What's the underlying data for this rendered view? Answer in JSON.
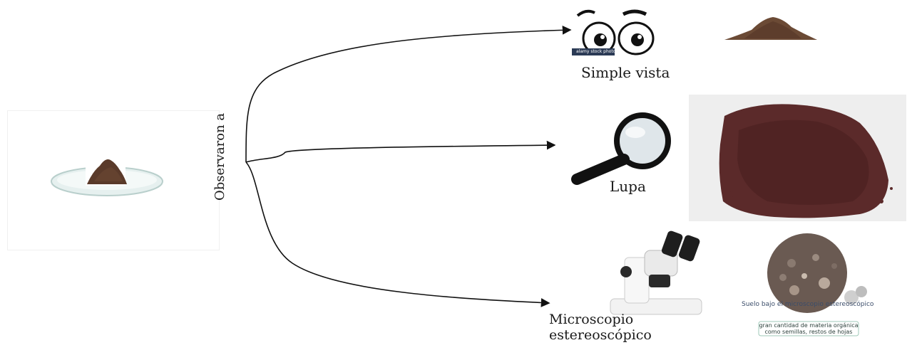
{
  "diagram": {
    "root_label": "Observaron a",
    "branches": [
      {
        "id": "simple",
        "label": "Simple vista",
        "tool_icon": "cartoon-eyes-icon",
        "observation": "soil-pile"
      },
      {
        "id": "lupa",
        "label": "Lupa",
        "tool_icon": "magnifying-glass-icon",
        "observation": "soil-closeup"
      },
      {
        "id": "micro",
        "label_line1": "Microscopio",
        "label_line2": "estereoscópico",
        "tool_icon": "stereo-microscope-icon",
        "observation": "soil-microscope-view"
      }
    ],
    "microscope_view": {
      "title": "Suelo bajo el microscopio estereoscópico",
      "caption_line1": "gran cantidad de materia orgánica",
      "caption_line2": "como semillas, restos de hojas"
    },
    "eyes_watermark": "alamy stock photo"
  },
  "colors": {
    "soil": "#5a3a2a",
    "soil_dark": "#3d2418",
    "soil_reddish": "#5b2a2a",
    "line": "#111111"
  }
}
